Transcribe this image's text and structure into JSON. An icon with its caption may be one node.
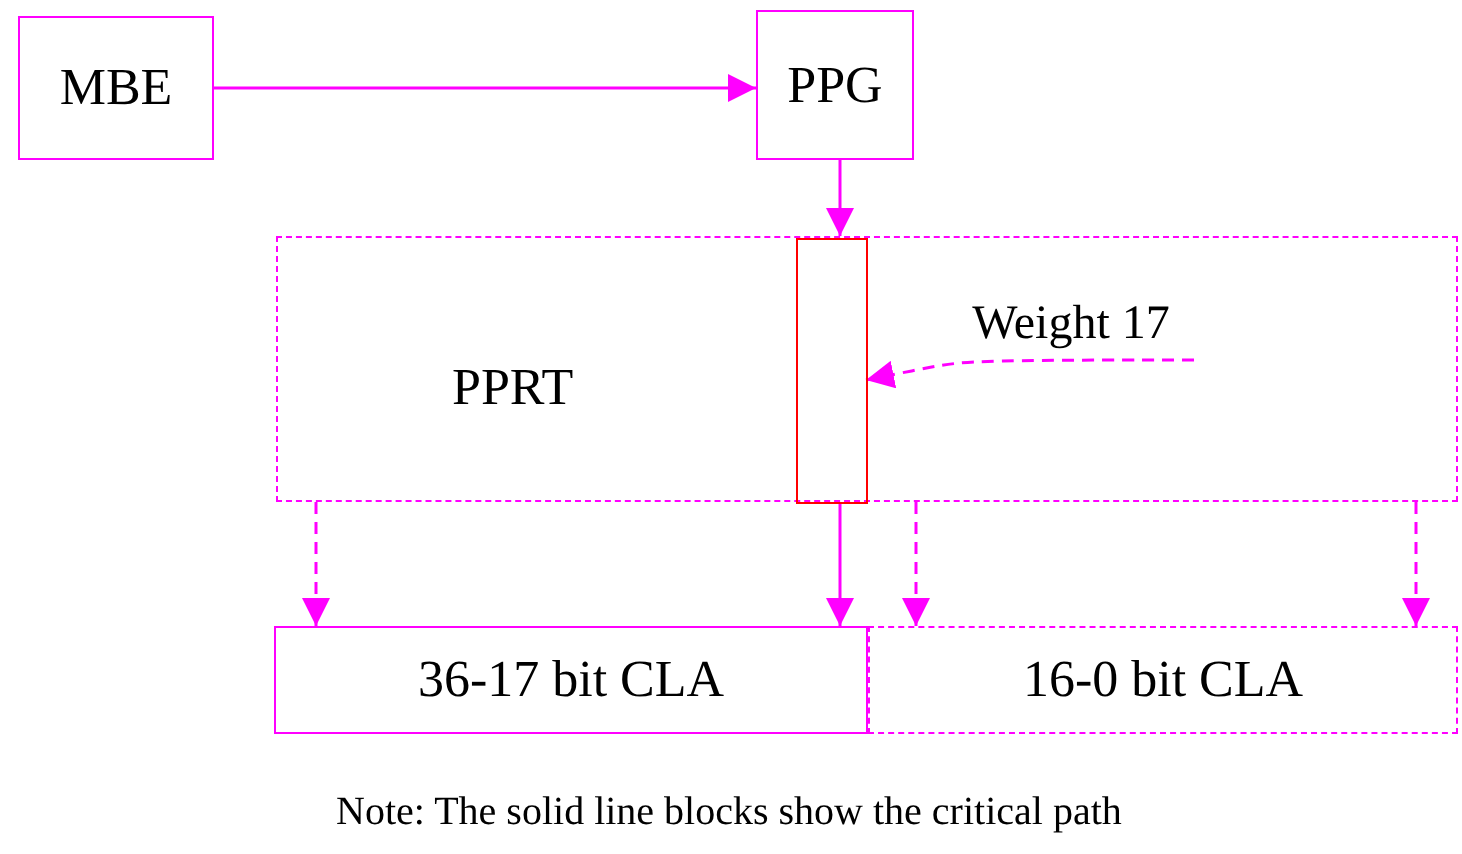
{
  "diagram": {
    "nodes": [
      {
        "text": [
          "MBE"
        ]
      },
      {
        "text": [
          "PPG"
        ]
      },
      {
        "text": [
          "PPRT"
        ]
      },
      {
        "text": [],
        "shape": "box",
        "in": 2
      },
      {
        "text": [
          "Weight 17"
        ],
        "in": 2
      },
      {
        "text": [
          "36-17 bit CLA"
        ]
      },
      {
        "text": [
          "16-0 bit CLA"
        ]
      }
    ],
    "edges": [
      {
        "from": 0,
        "to": 1,
        "arrow": "to"
      },
      {
        "from": 1,
        "to": 3,
        "arrow": "to"
      },
      {
        "from": 4,
        "to": 3,
        "arrow": "to",
        "style": "dashed"
      },
      {
        "from": 2,
        "to": 5,
        "arrow": "to",
        "style": "dashed"
      },
      {
        "from": 3,
        "to": 5,
        "arrow": "to"
      },
      {
        "from": 2,
        "to": 6,
        "arrow": "to",
        "style": "dashed"
      },
      {
        "from": 2,
        "to": 6,
        "arrow": "to",
        "style": "dashed"
      }
    ],
    "labels": [
      "Note: The solid line blocks show the critical path"
    ]
  }
}
